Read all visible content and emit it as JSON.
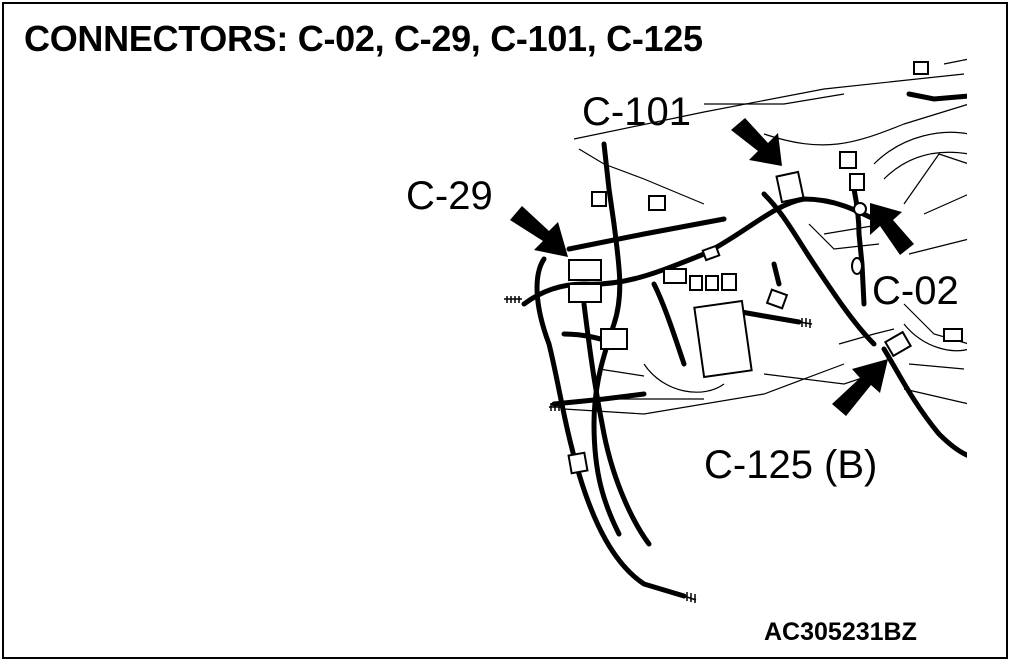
{
  "title": "CONNECTORS: C-02, C-29, C-101, C-125",
  "labels": {
    "c101": "C-101",
    "c29": "C-29",
    "c02": "C-02",
    "c125": "C-125 (B)"
  },
  "figure_code": "AC305231BZ"
}
